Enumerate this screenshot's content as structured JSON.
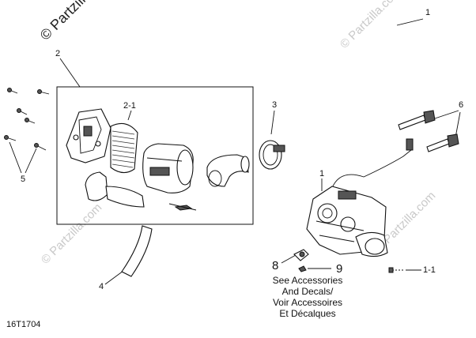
{
  "diagram_id": "16T1704",
  "watermark": "© Partzilla.com",
  "watermark_corner": "© Partzilla",
  "callouts": {
    "c1_top": "1",
    "c2": "2",
    "c2_1": "2-1",
    "c3": "3",
    "c4": "4",
    "c5": "5",
    "c6": "6",
    "c1_mid": "1",
    "c8": "8",
    "c9": "9",
    "c1_1": "1-1"
  },
  "note_lines": [
    "See Accessories",
    "And Decals/",
    "Voir Accessoires",
    "Et Décalques"
  ]
}
